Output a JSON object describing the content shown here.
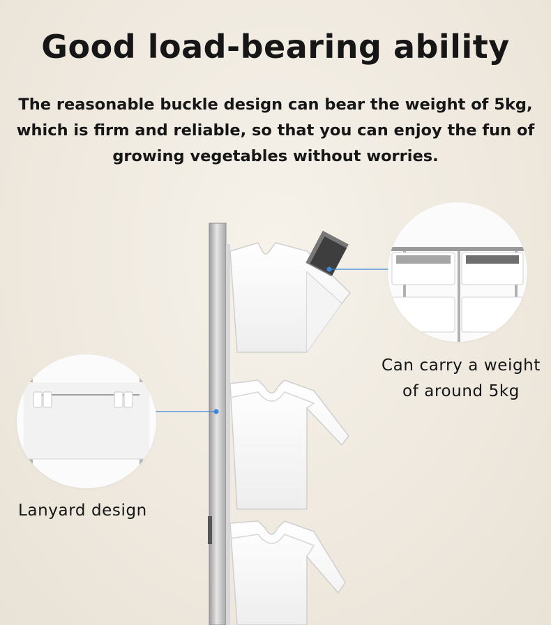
{
  "title": "Good load-bearing ability",
  "subtitle": {
    "lines": [
      "The reasonable buckle design can bear the weight of 5kg,",
      "which is firm and reliable, so that you can enjoy the fun of",
      "growing vegetables without worries."
    ]
  },
  "callouts": {
    "weight": {
      "lines": [
        "Can carry a weight",
        "of around 5kg"
      ]
    },
    "lanyard": {
      "label": "Lanyard design"
    }
  },
  "colors": {
    "background": "#efe9df",
    "accent_line": "#3a86d8",
    "planter_white": "#ffffff",
    "frame_silver": "#b9b9b9"
  }
}
